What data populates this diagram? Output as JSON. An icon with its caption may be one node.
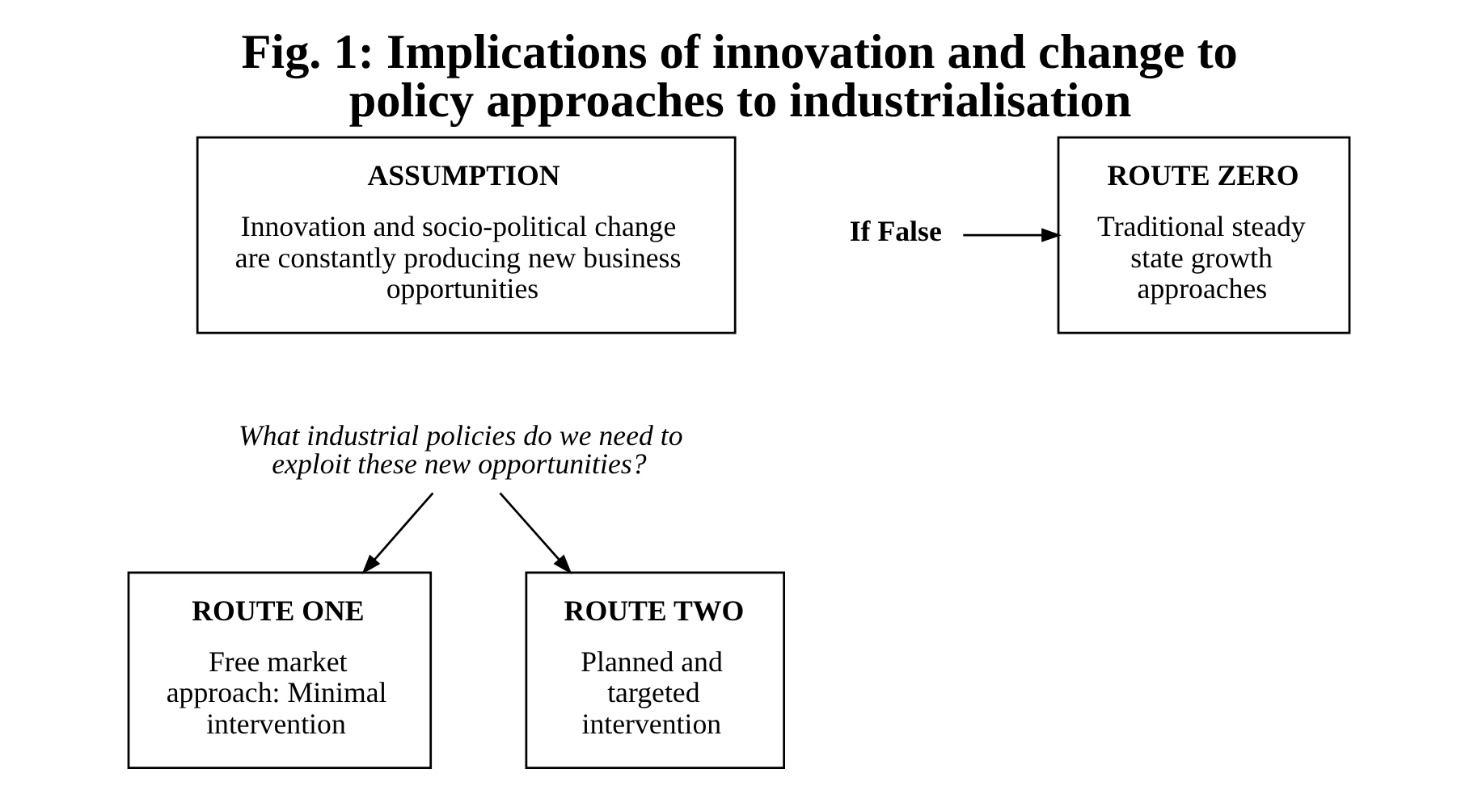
{
  "diagram": {
    "title": "Fig. 1: Implications of innovation and change to policy approaches to industrialisation",
    "nodes": [
      {
        "text": [
          "ASSUMPTION",
          "Innovation and socio-political change are constantly producing new business opportunities"
        ]
      },
      {
        "text": [
          "If False"
        ]
      },
      {
        "text": [
          "ROUTE ZERO",
          "Traditional steady state growth approaches"
        ]
      },
      {
        "text": [
          "What industrial policies do we need to exploit these new opportunities?"
        ]
      },
      {
        "text": [
          "ROUTE ONE",
          "Free market approach: Minimal intervention"
        ]
      },
      {
        "text": [
          "ROUTE TWO",
          "Planned and targeted intervention"
        ]
      }
    ],
    "edges": [
      {
        "from": 1,
        "to": 2,
        "arrow": "to"
      },
      {
        "from": 3,
        "to": 4,
        "arrow": "to"
      },
      {
        "from": 3,
        "to": 5,
        "arrow": "to"
      }
    ]
  }
}
